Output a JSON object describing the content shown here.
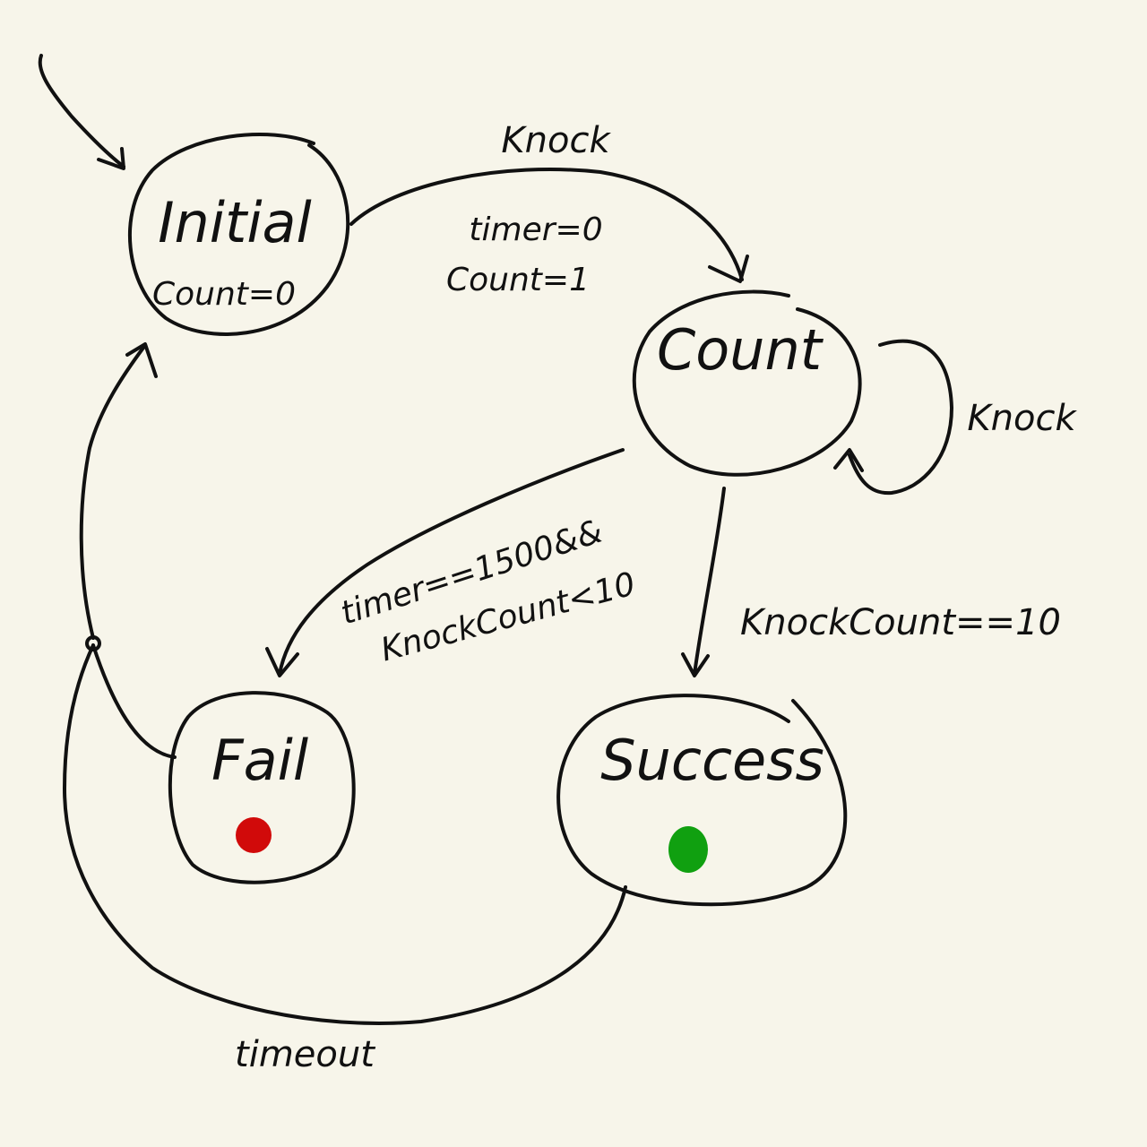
{
  "diagram": {
    "states": {
      "initial": {
        "name": "Initial",
        "detail": "Count=0"
      },
      "count": {
        "name": "Count"
      },
      "fail": {
        "name": "Fail"
      },
      "success": {
        "name": "Success"
      }
    },
    "transitions": {
      "initial_to_count": {
        "event": "Knock",
        "action_1": "timer=0",
        "action_2": "Count=1"
      },
      "count_self_loop": {
        "event": "Knock"
      },
      "count_to_fail": {
        "line_1": "timer==1500&&",
        "line_2": "KnockCount<10"
      },
      "count_to_success": {
        "condition": "KnockCount==10"
      },
      "success_to_initial": {
        "event": "timeout"
      }
    },
    "colors": {
      "ink": "#111111",
      "paper": "#f7f5ea",
      "fail_indicator": "#d10a0a",
      "success_indicator": "#10a010"
    }
  }
}
